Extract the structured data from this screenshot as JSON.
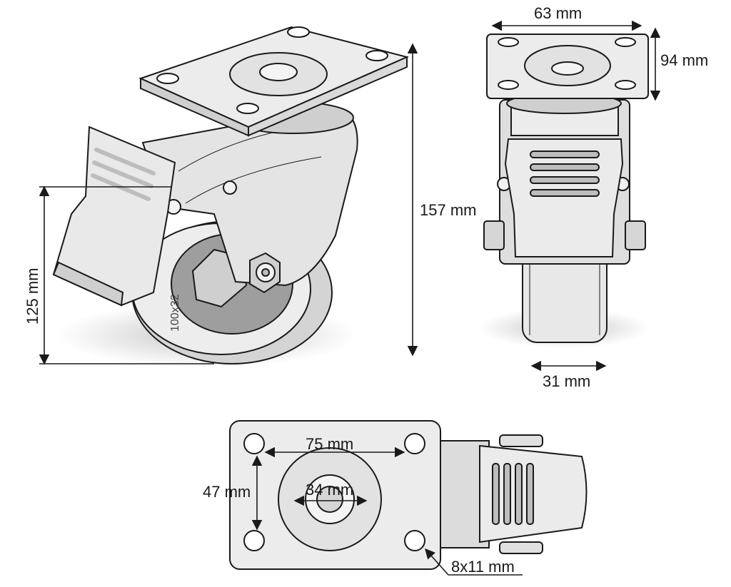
{
  "dimensions": {
    "overall_height": "157 mm",
    "mount_height": "125 mm",
    "plate_width": "63 mm",
    "plate_length": "94 mm",
    "wheel_width": "31 mm",
    "hole_spacing_long": "75 mm",
    "hole_spacing_short": "47 mm",
    "kingpin_diameter": "34 mm",
    "slot_size": "8x11 mm"
  },
  "tire_marking": "100x32",
  "colors": {
    "ink": "#1a1a1a",
    "metal": "#e6e6e6",
    "shade": "#bdbdbd"
  }
}
